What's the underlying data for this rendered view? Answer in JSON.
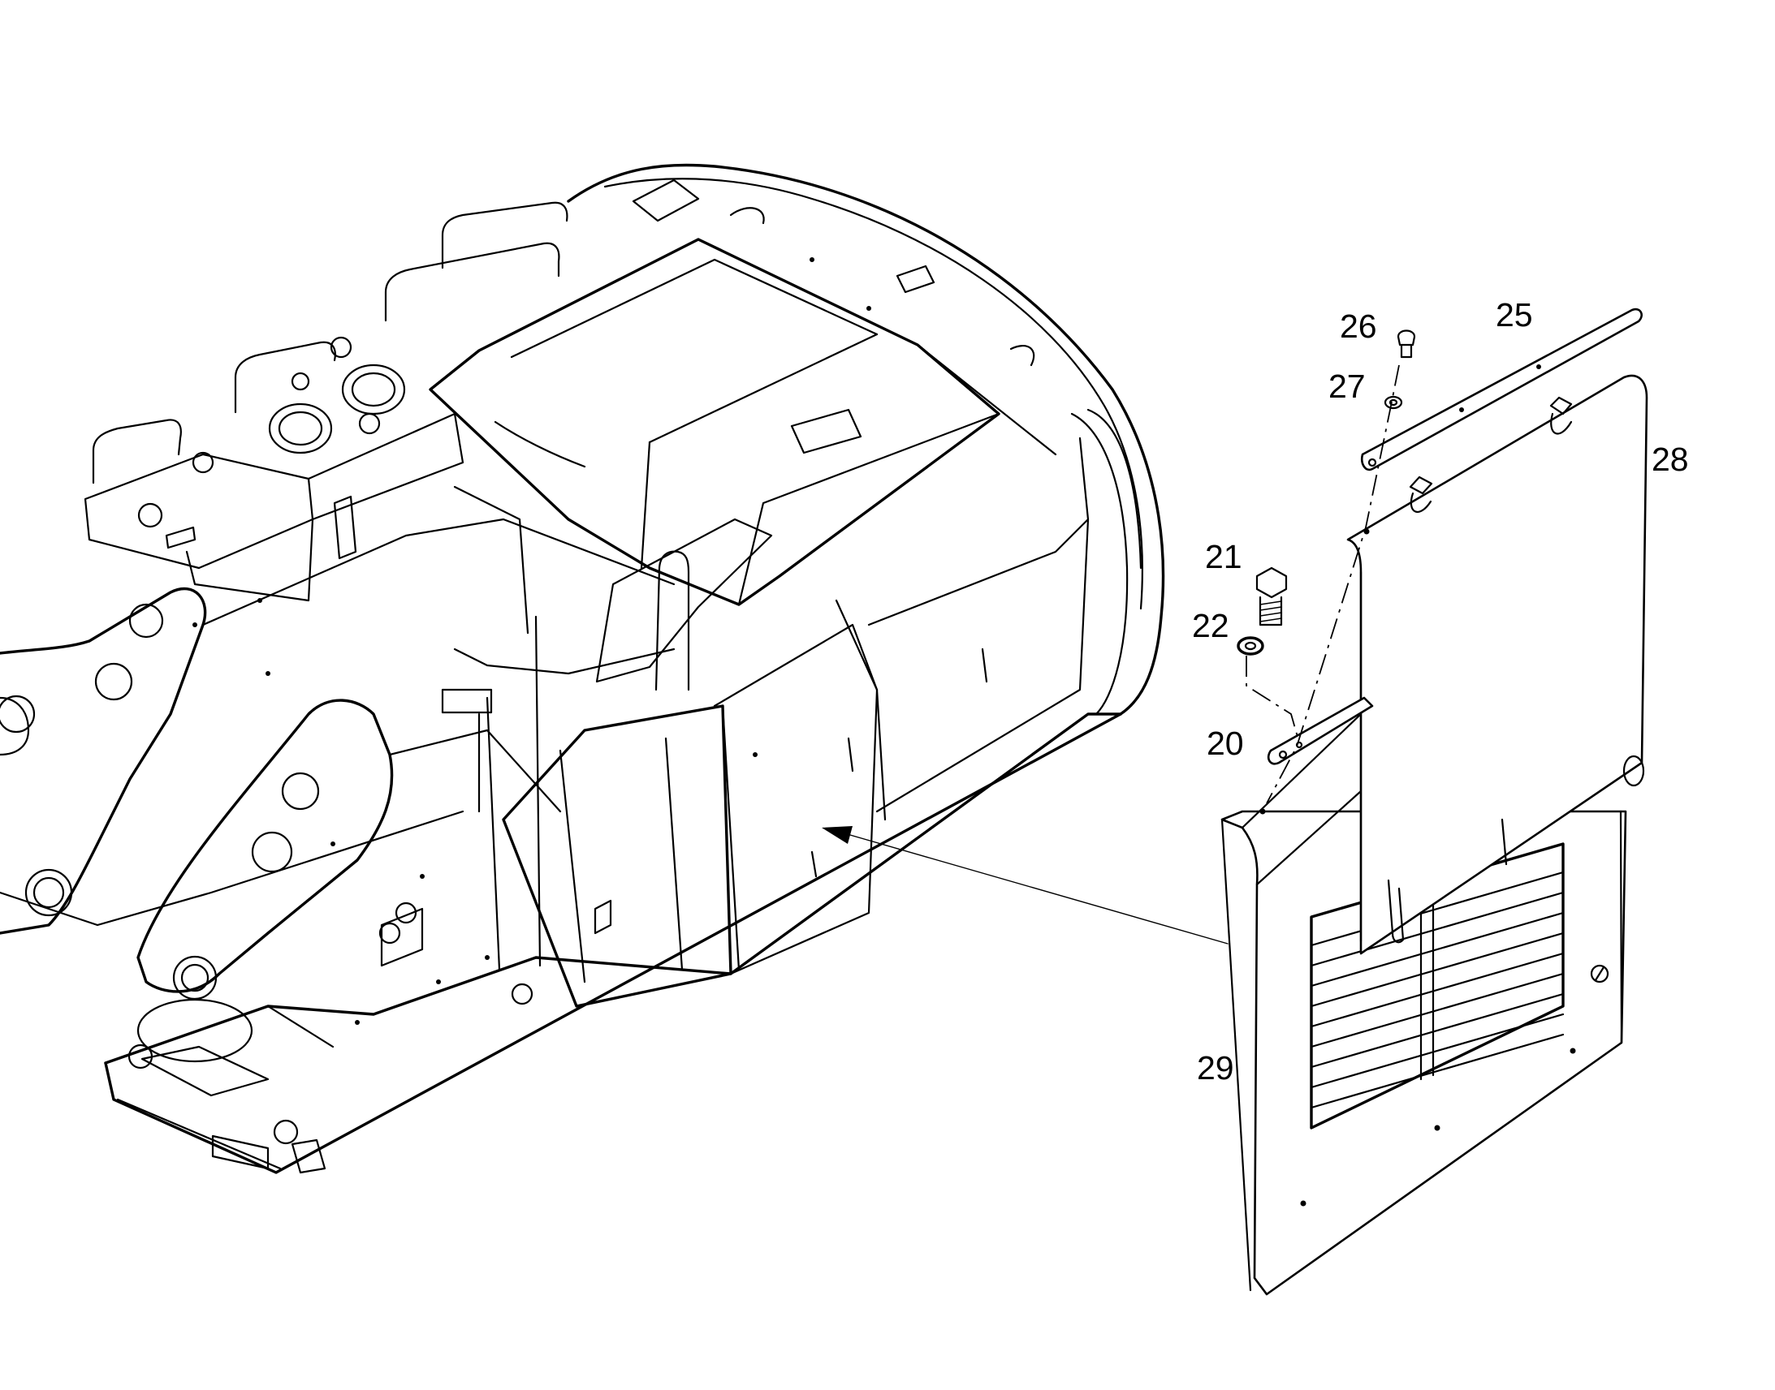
{
  "callouts": {
    "c20": "20",
    "c21": "21",
    "c22": "22",
    "c25": "25",
    "c26": "26",
    "c27": "27",
    "c28": "28",
    "c29": "29"
  }
}
